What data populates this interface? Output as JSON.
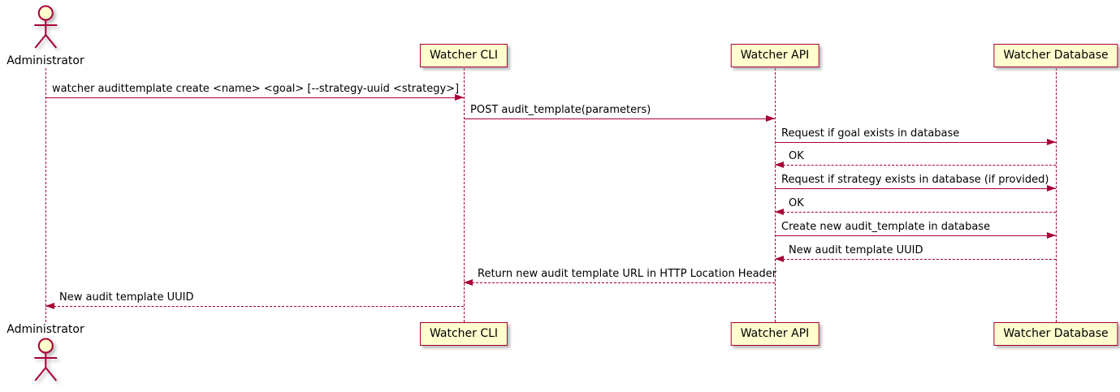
{
  "diagram": {
    "type": "uml-sequence",
    "colors": {
      "line": "#A80036",
      "participant_fill": "#FEFECE",
      "participant_border": "#A80036",
      "text": "#000000",
      "background": "#FFFFFF"
    },
    "actor": {
      "name": "Administrator"
    },
    "participants": [
      {
        "label": "Watcher CLI"
      },
      {
        "label": "Watcher API"
      },
      {
        "label": "Watcher Database"
      }
    ],
    "messages": [
      {
        "from": "Administrator",
        "to": "Watcher CLI",
        "style": "solid",
        "label": "watcher audittemplate create <name> <goal> [--strategy-uuid <strategy>]"
      },
      {
        "from": "Watcher CLI",
        "to": "Watcher API",
        "style": "solid",
        "label": "POST audit_template(parameters)"
      },
      {
        "from": "Watcher API",
        "to": "Watcher Database",
        "style": "solid",
        "label": "Request if goal exists in database"
      },
      {
        "from": "Watcher Database",
        "to": "Watcher API",
        "style": "dashed",
        "label": "OK"
      },
      {
        "from": "Watcher API",
        "to": "Watcher Database",
        "style": "solid",
        "label": "Request if strategy exists in database (if provided)"
      },
      {
        "from": "Watcher Database",
        "to": "Watcher API",
        "style": "dashed",
        "label": "OK"
      },
      {
        "from": "Watcher API",
        "to": "Watcher Database",
        "style": "solid",
        "label": "Create new audit_template in database"
      },
      {
        "from": "Watcher Database",
        "to": "Watcher API",
        "style": "dashed",
        "label": "New audit template UUID"
      },
      {
        "from": "Watcher API",
        "to": "Watcher CLI",
        "style": "dashed",
        "label": "Return new audit template URL in HTTP Location Header"
      },
      {
        "from": "Watcher CLI",
        "to": "Administrator",
        "style": "dashed",
        "label": "New audit template UUID"
      }
    ]
  }
}
